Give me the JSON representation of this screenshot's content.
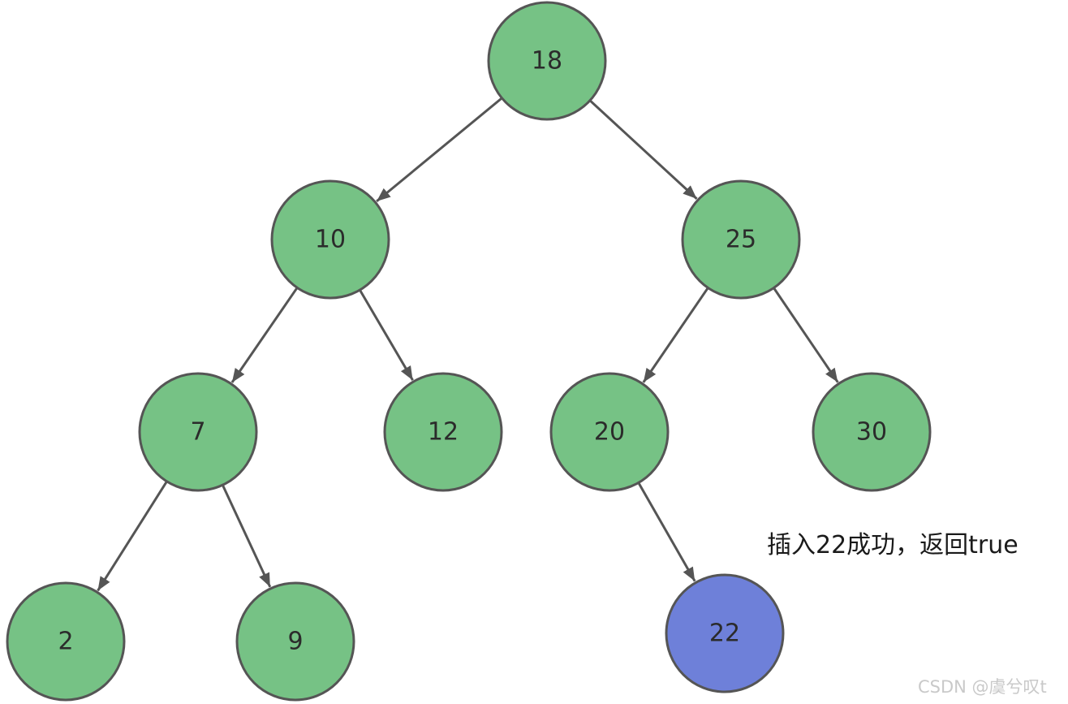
{
  "diagram": {
    "nodes": [
      {
        "id": "n18",
        "label": "18",
        "color": "#76c285"
      },
      {
        "id": "n10",
        "label": "10",
        "color": "#76c285"
      },
      {
        "id": "n25",
        "label": "25",
        "color": "#76c285"
      },
      {
        "id": "n7",
        "label": "7",
        "color": "#76c285"
      },
      {
        "id": "n12",
        "label": "12",
        "color": "#76c285"
      },
      {
        "id": "n20",
        "label": "20",
        "color": "#76c285"
      },
      {
        "id": "n30",
        "label": "30",
        "color": "#76c285"
      },
      {
        "id": "n2",
        "label": "2",
        "color": "#76c285"
      },
      {
        "id": "n9",
        "label": "9",
        "color": "#76c285"
      },
      {
        "id": "n22",
        "label": "22",
        "color": "#6e80d9"
      }
    ],
    "edges": [
      {
        "from": "n18",
        "to": "n10"
      },
      {
        "from": "n18",
        "to": "n25"
      },
      {
        "from": "n10",
        "to": "n7"
      },
      {
        "from": "n10",
        "to": "n12"
      },
      {
        "from": "n25",
        "to": "n20"
      },
      {
        "from": "n25",
        "to": "n30"
      },
      {
        "from": "n7",
        "to": "n2"
      },
      {
        "from": "n7",
        "to": "n9"
      },
      {
        "from": "n20",
        "to": "n22"
      }
    ],
    "node_stroke_color": "#555555",
    "edge_color": "#555555"
  },
  "annotation": "插入22成功，返回true",
  "watermark": "CSDN @虞兮叹t"
}
